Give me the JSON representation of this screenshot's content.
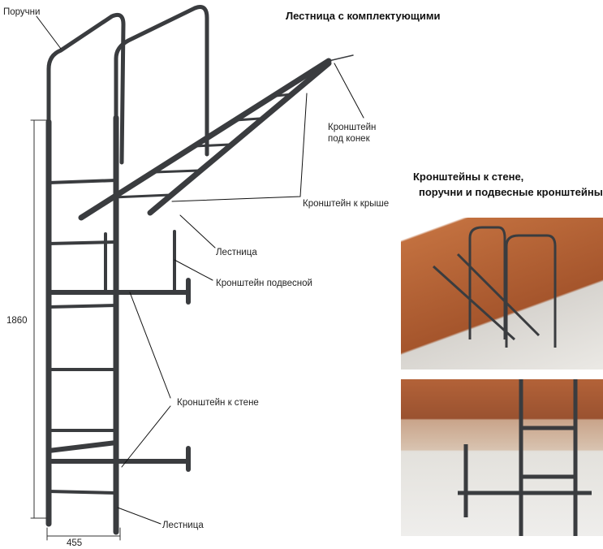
{
  "title_main": "Лестница с комплектующими",
  "title_side_line1": "Кронштейны к стене,",
  "title_side_line2": "поручни и подвесные кронштейны",
  "labels": {
    "handrails": "Поручни",
    "ridge_bracket_line1": "Кронштейн",
    "ridge_bracket_line2": "под конек",
    "roof_bracket": "Кронштейн к крыше",
    "ladder_top": "Лестница",
    "hanging_bracket": "Кронштейн подвесной",
    "wall_bracket": "Кронштейн к стене",
    "ladder_bottom": "Лестница"
  },
  "dimensions": {
    "height": "1860",
    "width": "455"
  },
  "colors": {
    "metal": "#3a3c3f",
    "tile": "#b8653a",
    "wall": "#e3e1dc"
  }
}
